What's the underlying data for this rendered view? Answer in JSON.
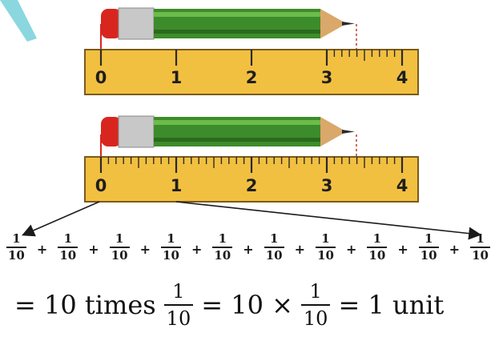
{
  "colors": {
    "ruler_fill": "#f2c040",
    "ruler_edge": "#7a5a1c",
    "pencil_green": "#3d8c2b",
    "eraser_red": "#d8261f",
    "ferrule_silver": "#c8c8c8",
    "wood": "#d9a86a",
    "accent_cyan": "#8ad7e0"
  },
  "ruler_top": {
    "labels": [
      "0",
      "1",
      "2",
      "3",
      "4"
    ]
  },
  "ruler_bottom": {
    "labels": [
      "0",
      "1",
      "2",
      "3",
      "4"
    ]
  },
  "fraction_sum": {
    "terms": [
      {
        "num": "1",
        "den": "10"
      },
      {
        "num": "1",
        "den": "10"
      },
      {
        "num": "1",
        "den": "10"
      },
      {
        "num": "1",
        "den": "10"
      },
      {
        "num": "1",
        "den": "10"
      },
      {
        "num": "1",
        "den": "10"
      },
      {
        "num": "1",
        "den": "10"
      },
      {
        "num": "1",
        "den": "10"
      },
      {
        "num": "1",
        "den": "10"
      },
      {
        "num": "1",
        "den": "10"
      }
    ],
    "operator": "+"
  },
  "equation": {
    "lead": "= 10 times",
    "frac1_num": "1",
    "frac1_den": "10",
    "middle": "= 10 ×",
    "frac2_num": "1",
    "frac2_den": "10",
    "tail": "= 1 unit"
  }
}
